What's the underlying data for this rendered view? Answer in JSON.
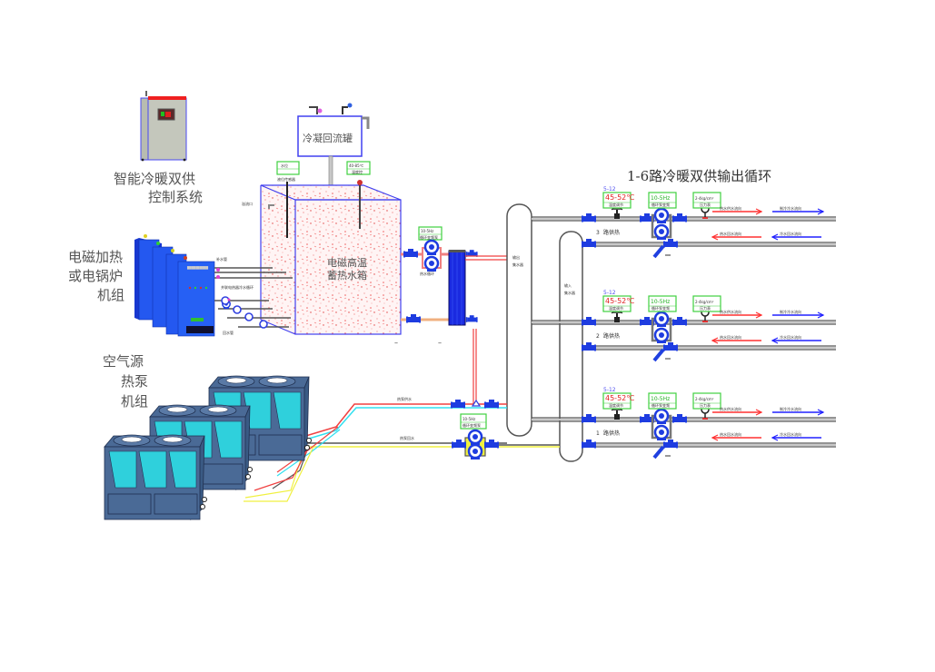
{
  "labels": {
    "control_system": [
      "智能冷暖双供",
      "控制系统"
    ],
    "em_boiler": [
      "电磁加热",
      "或电锅炉",
      "机组"
    ],
    "heat_pump": [
      "空气源",
      "热泵",
      "机组"
    ],
    "condensate_tank": "冷凝回流罐",
    "storage_tank": [
      "电磁高温",
      "蓄热水箱"
    ],
    "output_title": "1-6路冷暖双供输出循环",
    "out_header": [
      "输出",
      "集水器"
    ],
    "in_header": [
      "输入",
      "集水器"
    ],
    "tank_level": "液位传感器",
    "tank_level_box": "水位",
    "tank_temp_box": "40-85℃",
    "tank_temp_label": "温度控",
    "tank_side_label": "溢流口",
    "boiler_top_label": "补水管",
    "boiler_mid_label": "并联电热器冷水循环",
    "boiler_bottom_label": "回水管",
    "pump_hx_box": "10-5Hz",
    "pump_hx_label": "循环变频泵",
    "pump_hx_sub": "热水循环",
    "pump_hp_box": "10-5Hz",
    "pump_hp_label": "循环变频泵",
    "pipe_hp_supply": "热泵供水",
    "pipe_hp_return": "热泵回水"
  },
  "circuits": [
    {
      "number": "3",
      "name": "路供热",
      "range": "5-12",
      "temp_setpoint": "45-52℃",
      "temp_label": "温度调节",
      "pump_freq": "10-5Hz",
      "pump_label": "循环泵变频",
      "pressure": "2-4kg/cm²",
      "pressure_label": "压力表",
      "supply_hot": "热水供水流向",
      "supply_cold": "制冷冷水流向",
      "return_hot": "热水回水流向",
      "return_cold": "冷水回水流向"
    },
    {
      "number": "2",
      "name": "路供热",
      "range": "5-12",
      "temp_setpoint": "45-52℃",
      "temp_label": "温度调节",
      "pump_freq": "10-5Hz",
      "pump_label": "循环泵变频",
      "pressure": "2-4kg/cm²",
      "pressure_label": "压力表",
      "supply_hot": "热水供水流向",
      "supply_cold": "制冷冷水流向",
      "return_hot": "热水回水流向",
      "return_cold": "冷水回水流向"
    },
    {
      "number": "1",
      "name": "路供热",
      "range": "5-12",
      "temp_setpoint": "45-52℃",
      "temp_label": "温度调节",
      "pump_freq": "10-5Hz",
      "pump_label": "循环泵变频",
      "pressure": "2-4kg/cm²",
      "pressure_label": "压力表",
      "supply_hot": "热水供水流向",
      "supply_cold": "制冷冷水流向",
      "return_hot": "热水回水流向",
      "return_cold": "冷水回水流向"
    }
  ],
  "colors": {
    "hot": "#ff3030",
    "cold": "#2020ff",
    "pipe": "#707070",
    "cyan": "#30e0f0",
    "yellow": "#f0f040",
    "gauge_green": "#30d030",
    "unit_blue": "#1e50e0",
    "hp_body": "#4a6a96",
    "hp_panel": "#2fd0dc",
    "tank_fill": "#fde8e8"
  }
}
